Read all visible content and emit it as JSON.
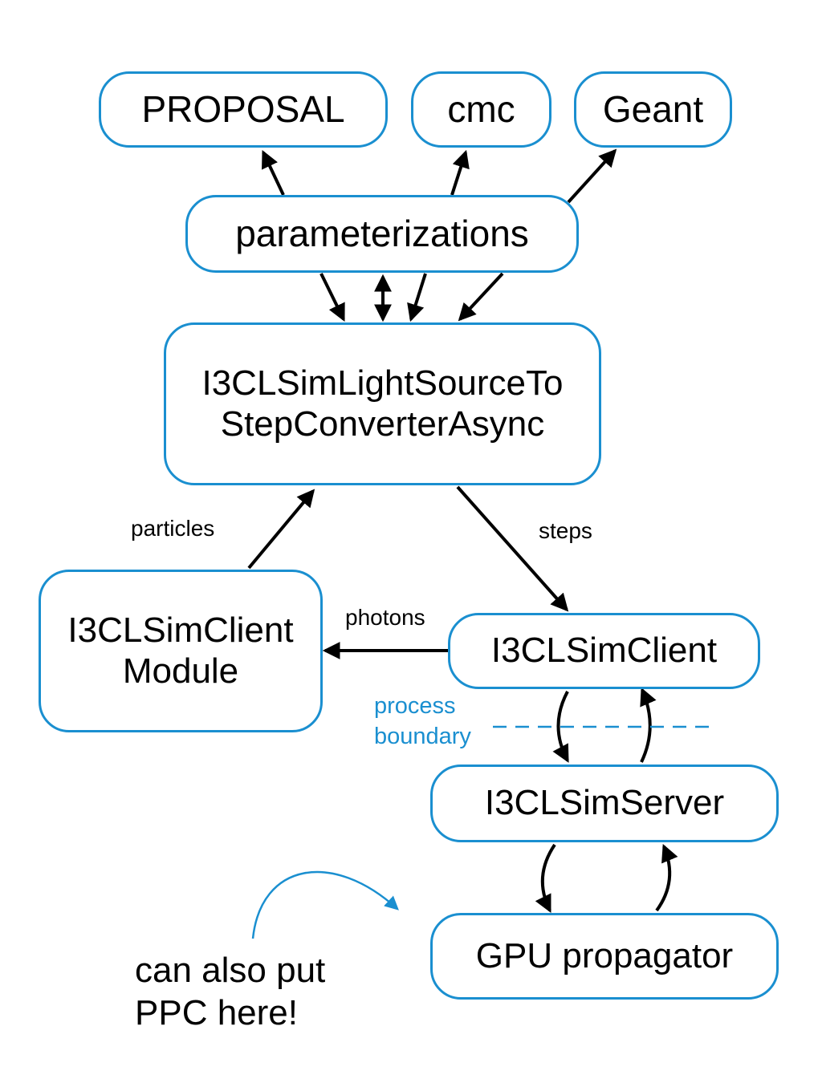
{
  "nodes": {
    "proposal": "PROPOSAL",
    "cmc": "cmc",
    "geant": "Geant",
    "parameterizations": "parameterizations",
    "converter": {
      "line1": "I3CLSimLightSourceTo",
      "line2": "StepConverterAsync"
    },
    "client_module": {
      "line1": "I3CLSimClient",
      "line2": "Module"
    },
    "client": "I3CLSimClient",
    "server": "I3CLSimServer",
    "gpu": "GPU propagator"
  },
  "edge_labels": {
    "particles": "particles",
    "steps": "steps",
    "photons": "photons"
  },
  "boundary_label": {
    "line1": "process",
    "line2": "boundary"
  },
  "note": {
    "line1": "can also put",
    "line2": "PPC here!"
  },
  "colors": {
    "accent": "#1a8fd0",
    "arrow": "#000000"
  }
}
